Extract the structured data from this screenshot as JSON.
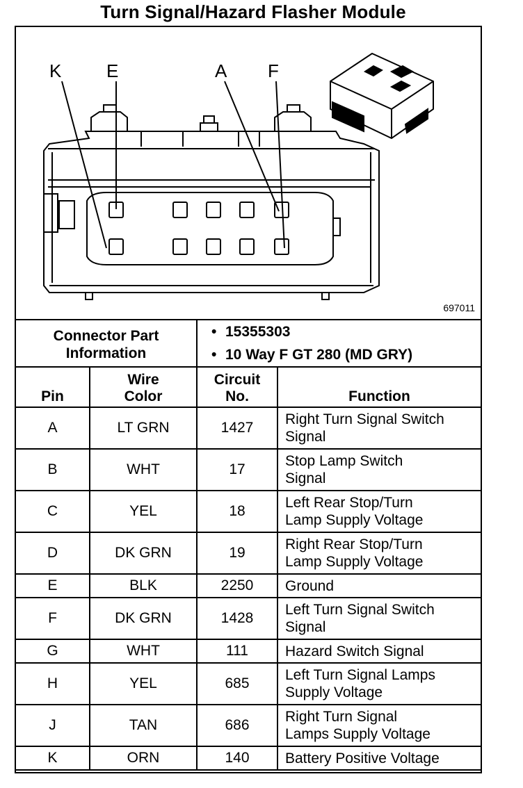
{
  "title": "Turn Signal/Hazard Flasher Module",
  "figure": {
    "id": "697011",
    "pin_labels": [
      "K",
      "E",
      "A",
      "F"
    ]
  },
  "connector": {
    "label_line1": "Connector Part",
    "label_line2": "Information",
    "items": [
      "15355303",
      "10 Way F GT 280 (MD GRY)"
    ]
  },
  "columns": {
    "pin": "Pin",
    "wire_color_1": "Wire",
    "wire_color_2": "Color",
    "circuit_1": "Circuit",
    "circuit_2": "No.",
    "function": "Function"
  },
  "rows": [
    {
      "pin": "A",
      "wire": "LT GRN",
      "circuit": "1427",
      "f1": "Right Turn Signal Switch",
      "f2": "Signal"
    },
    {
      "pin": "B",
      "wire": "WHT",
      "circuit": "17",
      "f1": "Stop Lamp Switch",
      "f2": "Signal"
    },
    {
      "pin": "C",
      "wire": "YEL",
      "circuit": "18",
      "f1": "Left Rear Stop/Turn",
      "f2": "Lamp Supply Voltage"
    },
    {
      "pin": "D",
      "wire": "DK GRN",
      "circuit": "19",
      "f1": "Right Rear Stop/Turn",
      "f2": "Lamp Supply Voltage"
    },
    {
      "pin": "E",
      "wire": "BLK",
      "circuit": "2250",
      "f1": "Ground",
      "f2": ""
    },
    {
      "pin": "F",
      "wire": "DK GRN",
      "circuit": "1428",
      "f1": "Left Turn Signal Switch",
      "f2": "Signal"
    },
    {
      "pin": "G",
      "wire": "WHT",
      "circuit": "111",
      "f1": "Hazard Switch Signal",
      "f2": ""
    },
    {
      "pin": "H",
      "wire": "YEL",
      "circuit": "685",
      "f1": "Left Turn Signal Lamps",
      "f2": "Supply Voltage"
    },
    {
      "pin": "J",
      "wire": "TAN",
      "circuit": "686",
      "f1": "Right Turn Signal",
      "f2": "Lamps Supply Voltage"
    },
    {
      "pin": "K",
      "wire": "ORN",
      "circuit": "140",
      "f1": "Battery Positive Voltage",
      "f2": ""
    }
  ]
}
